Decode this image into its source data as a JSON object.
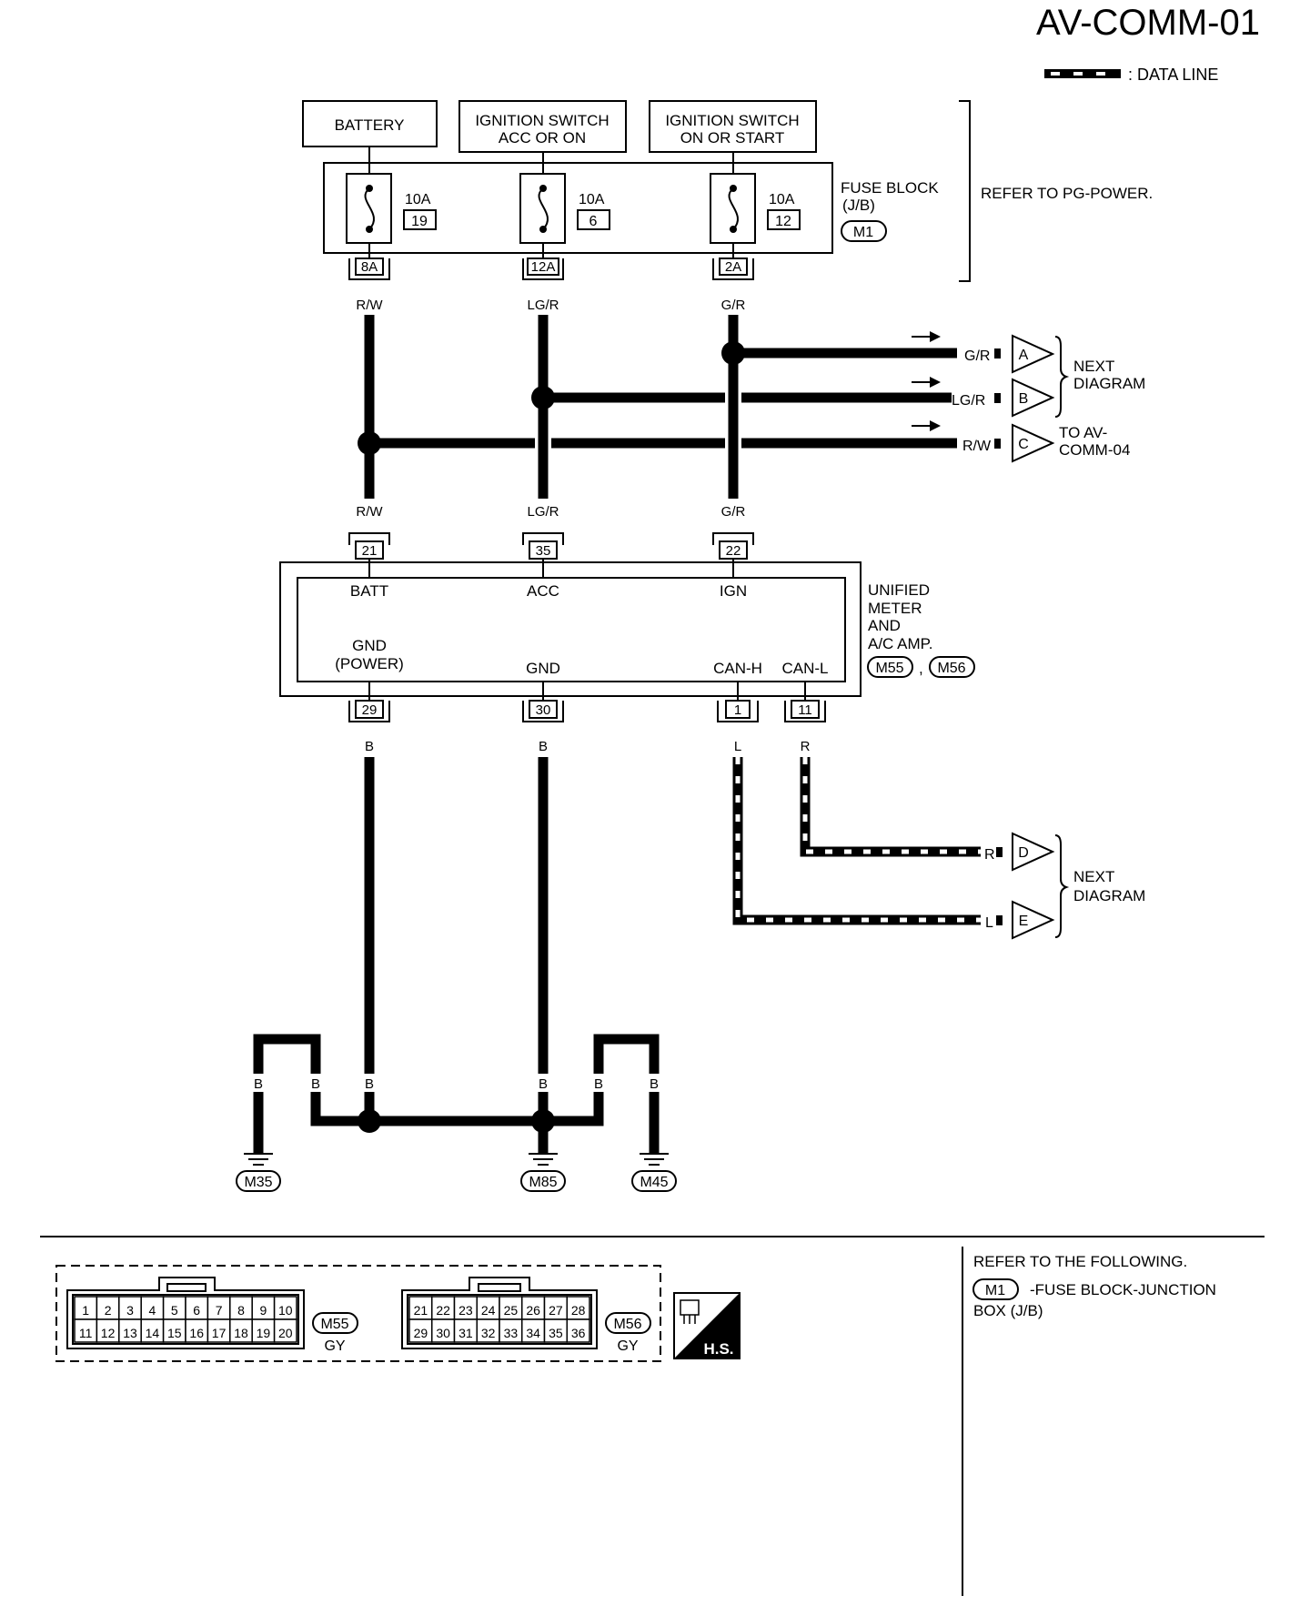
{
  "header": {
    "page_code": "AV-COMM-01",
    "legend_label": ": DATA LINE"
  },
  "power_sources": {
    "battery": "BATTERY",
    "ign_acc_l1": "IGNITION SWITCH",
    "ign_acc_l2": "ACC OR ON",
    "ign_on_l1": "IGNITION SWITCH",
    "ign_on_l2": "ON OR START"
  },
  "fuse_block": {
    "label_l1": "FUSE BLOCK",
    "label_l2": "(J/B)",
    "connector": "M1",
    "refer": "REFER TO PG-POWER.",
    "fuses": [
      {
        "rating": "10A",
        "number": "19",
        "terminal": "8A",
        "wire": "R/W"
      },
      {
        "rating": "10A",
        "number": "6",
        "terminal": "12A",
        "wire": "LG/R"
      },
      {
        "rating": "10A",
        "number": "12",
        "terminal": "2A",
        "wire": "G/R"
      }
    ]
  },
  "branches": {
    "A": {
      "letter": "A",
      "wire": "G/R"
    },
    "B": {
      "letter": "B",
      "wire": "LG/R"
    },
    "C": {
      "letter": "C",
      "wire": "R/W"
    },
    "next_diagram_l1": "NEXT",
    "next_diagram_l2": "DIAGRAM",
    "to_av_l1": "TO AV-",
    "to_av_l2": "COMM-04"
  },
  "unit": {
    "name_l1": "UNIFIED",
    "name_l2": "METER",
    "name_l3": "AND",
    "name_l4": "A/C AMP.",
    "connector_1": "M55",
    "connector_sep": ",",
    "connector_2": "M56",
    "top_pins": [
      {
        "pin": "21",
        "label": "BATT",
        "wire": "R/W"
      },
      {
        "pin": "35",
        "label": "ACC",
        "wire": "LG/R"
      },
      {
        "pin": "22",
        "label": "IGN",
        "wire": "G/R"
      }
    ],
    "bottom_pins": [
      {
        "pin": "29",
        "label_l1": "GND",
        "label_l2": "(POWER)",
        "wire": "B"
      },
      {
        "pin": "30",
        "label_l1": "GND",
        "label_l2": "",
        "wire": "B"
      },
      {
        "pin": "1",
        "label_l1": "CAN-H",
        "label_l2": "",
        "wire": "L"
      },
      {
        "pin": "11",
        "label_l1": "CAN-L",
        "label_l2": "",
        "wire": "R"
      }
    ]
  },
  "can_outputs": {
    "D": {
      "letter": "D",
      "wire": "R"
    },
    "E": {
      "letter": "E",
      "wire": "L"
    },
    "next_diagram_l1": "NEXT",
    "next_diagram_l2": "DIAGRAM"
  },
  "grounds": {
    "wire_labels": [
      "B",
      "B",
      "B",
      "B",
      "B",
      "B"
    ],
    "points": [
      "M35",
      "M85",
      "M45"
    ]
  },
  "connectors": {
    "m55": {
      "id": "M55",
      "color": "GY",
      "row1": [
        "1",
        "2",
        "3",
        "4",
        "5",
        "6",
        "7",
        "8",
        "9",
        "10"
      ],
      "row2": [
        "11",
        "12",
        "13",
        "14",
        "15",
        "16",
        "17",
        "18",
        "19",
        "20"
      ]
    },
    "m56": {
      "id": "M56",
      "color": "GY",
      "row1": [
        "21",
        "22",
        "23",
        "24",
        "25",
        "26",
        "27",
        "28"
      ],
      "row2": [
        "29",
        "30",
        "31",
        "32",
        "33",
        "34",
        "35",
        "36"
      ]
    },
    "hs_label": "H.S."
  },
  "refer": {
    "title": "REFER TO THE FOLLOWING.",
    "connector": "M1",
    "text_l1": "-FUSE BLOCK-JUNCTION",
    "text_l2": "BOX (J/B)"
  }
}
